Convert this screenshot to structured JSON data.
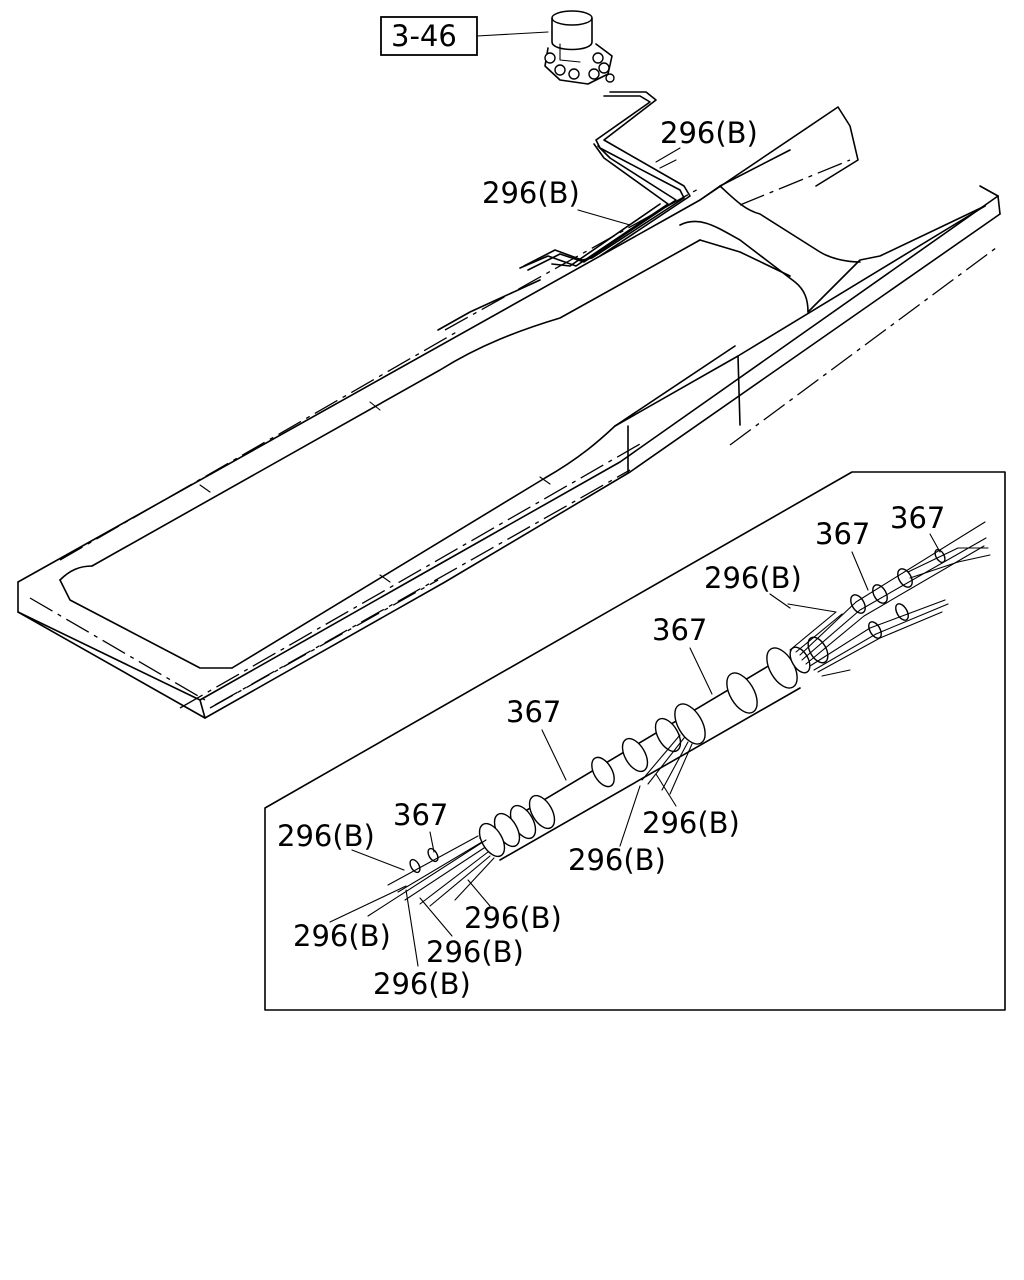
{
  "callout_ref": "3-46",
  "callouts": {
    "pipe_upper_right": "296(B)",
    "pipe_upper_left": "296(B)",
    "pipe_detail_right": "296(B)",
    "pipe_detail_mid_low": "296(B)",
    "pipe_detail_mid": "296(B)",
    "pipe_detail_left_top": "296(B)",
    "pipe_detail_left_a": "296(B)",
    "pipe_detail_left_b": "296(B)",
    "pipe_detail_left_c": "296(B)",
    "pipe_detail_left_d": "296(B)",
    "clip_top_right": "367",
    "clip_top": "367",
    "clip_mid": "367",
    "clip_left_mid": "367",
    "clip_left": "367"
  }
}
